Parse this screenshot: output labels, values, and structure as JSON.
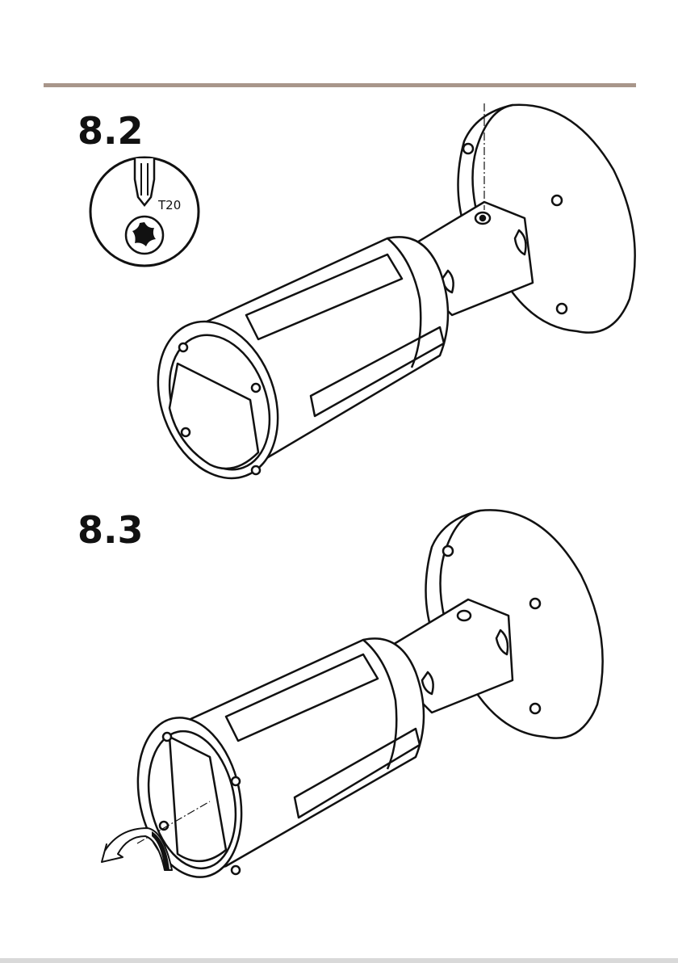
{
  "colors": {
    "rule": "#a8968a",
    "ink": "#111111",
    "bottom": "#d9d9d9"
  },
  "steps": [
    {
      "label": "8.2",
      "tool": {
        "icon": "torx-screwdriver-icon",
        "size": "T20"
      }
    },
    {
      "label": "8.3",
      "action": {
        "icon": "rotate-arrow-icon"
      }
    }
  ]
}
